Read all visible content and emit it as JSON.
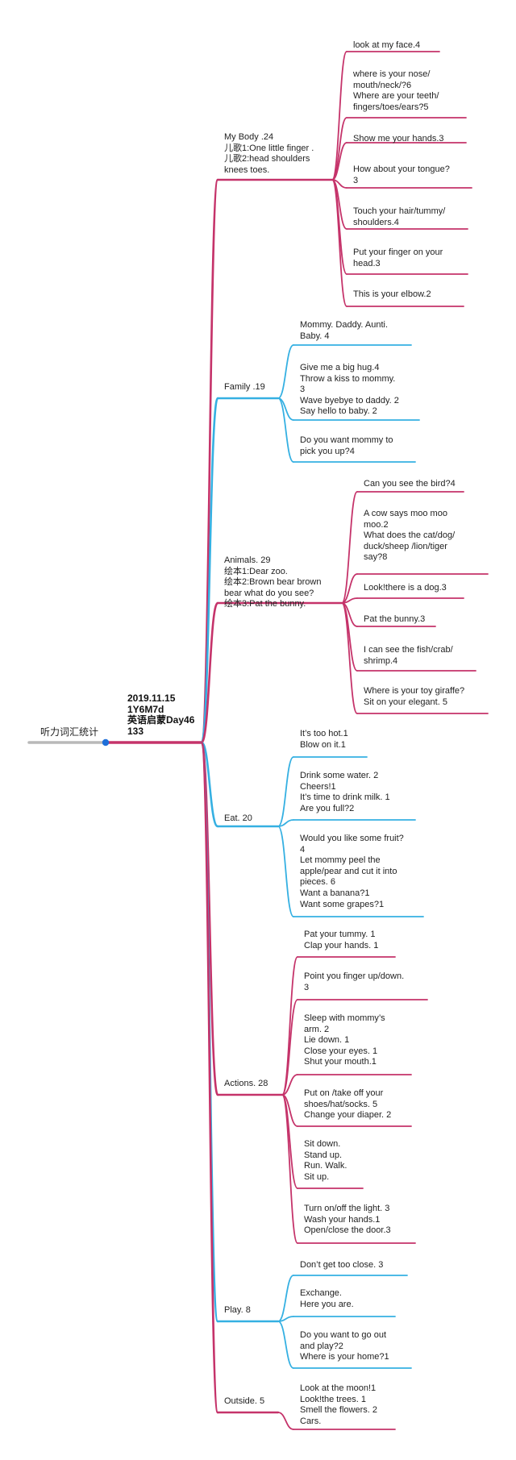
{
  "root": "听力词汇统计",
  "hub": "2019.11.15\n1Y6M7d\n英语启蒙Day46\n133",
  "colors": {
    "root": "#b9b9b9",
    "magenta": "#c5336a",
    "cyan": "#35b0e2",
    "dot": "#1e6fd9"
  },
  "branches": [
    {
      "key": "body",
      "color": "magenta",
      "label": "My Body .24\n儿歌1:One little finger .\n儿歌2:head shoulders\nknees toes.",
      "leaves": [
        "look at my face.4",
        "where is your nose/\nmouth/neck/?6\nWhere are your teeth/\nfingers/toes/ears?5",
        "Show me your hands.3",
        "How about your tongue?\n3",
        "Touch your hair/tummy/\nshoulders.4",
        "Put your finger on your\nhead.3",
        "This is your elbow.2"
      ]
    },
    {
      "key": "family",
      "color": "cyan",
      "label": "Family .19",
      "leaves": [
        "Mommy. Daddy. Aunti.\nBaby. 4",
        "Give me a big hug.4\nThrow a kiss to mommy.\n3\nWave byebye to daddy. 2\nSay hello to baby. 2",
        "Do you want mommy to\npick you up?4"
      ]
    },
    {
      "key": "animals",
      "color": "magenta",
      "label": "Animals. 29\n绘本1:Dear zoo.\n绘本2:Brown bear brown\nbear what do you see?\n绘本3:Pat the bunny.",
      "leaves": [
        "Can you see the bird?4",
        "A cow says moo moo\nmoo.2\nWhat does the cat/dog/\nduck/sheep /lion/tiger\nsay?8",
        "Look!there is a dog.3",
        "Pat the bunny.3",
        "I can see the fish/crab/\nshrimp.4",
        "Where is your toy giraffe?\nSit on your elegant. 5"
      ]
    },
    {
      "key": "eat",
      "color": "cyan",
      "label": "Eat. 20",
      "leaves": [
        "It’s too hot.1\nBlow on it.1",
        "Drink some water. 2\nCheers!1\nIt’s time to drink milk. 1\nAre you full?2",
        "Would you like some fruit?\n4\nLet mommy peel the\napple/pear and cut it into\npieces. 6\nWant a banana?1\nWant some grapes?1"
      ]
    },
    {
      "key": "actions",
      "color": "magenta",
      "label": "Actions. 28",
      "leaves": [
        "Pat your tummy. 1\nClap your hands. 1",
        "Point you finger up/down.\n3",
        "Sleep with mommy’s\narm. 2\nLie down. 1\nClose your eyes. 1\nShut your mouth.1",
        "Put on /take off your\nshoes/hat/socks. 5\nChange your diaper. 2",
        "Sit down.\nStand up.\nRun. Walk.\nSit up.",
        "Turn on/off the light. 3\nWash your hands.1\nOpen/close the door.3"
      ]
    },
    {
      "key": "play",
      "color": "cyan",
      "label": "Play. 8",
      "leaves": [
        "Don’t get too close. 3",
        "Exchange.\nHere you are.",
        "Do you want to go out\nand play?2\nWhere is your home?1"
      ]
    },
    {
      "key": "outside",
      "color": "magenta",
      "label": "Outside. 5",
      "leaves": [
        "Look at the moon!1\nLook!the trees. 1\nSmell the flowers. 2\nCars."
      ]
    }
  ]
}
